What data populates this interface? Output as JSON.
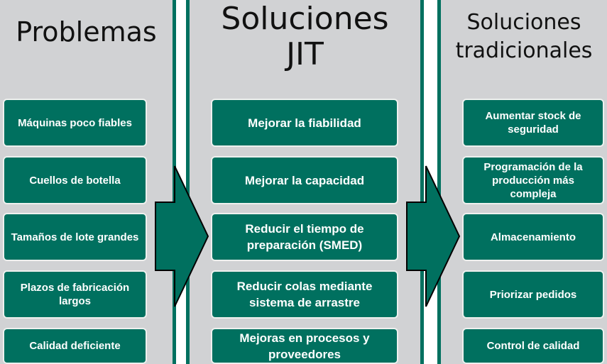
{
  "columns": [
    {
      "title": "Problemas",
      "items": [
        "Máquinas poco fiables",
        "Cuellos de botella",
        "Tamaños de lote grandes",
        "Plazos de fabricación largos",
        "Calidad deficiente"
      ]
    },
    {
      "title": "Soluciones\nJIT",
      "items": [
        "Mejorar la fiabilidad",
        "Mejorar la capacidad",
        "Reducir el tiempo de\npreparación (SMED)",
        "Reducir colas mediante\nsistema de arrastre",
        "Mejoras en procesos y\nproveedores"
      ]
    },
    {
      "title": "Soluciones\ntradicionales",
      "items": [
        "Aumentar stock de\nseguridad",
        "Programación de la\nproducción más compleja",
        "Almacenamiento",
        "Priorizar pedidos",
        "Control de calidad"
      ]
    }
  ],
  "colors": {
    "teal": "#00705f",
    "panel": "#d1d2d4"
  }
}
